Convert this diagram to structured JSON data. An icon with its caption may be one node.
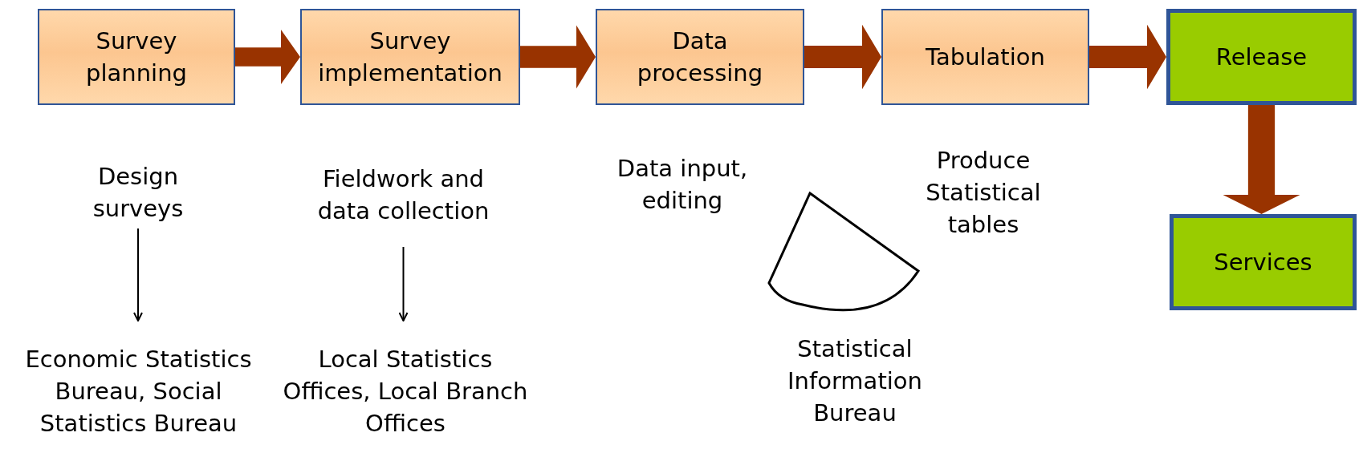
{
  "diagram": {
    "nodes": [
      {
        "text": [
          "Survey planning"
        ]
      },
      {
        "text": [
          "Survey implementation"
        ]
      },
      {
        "text": [
          "Data processing"
        ]
      },
      {
        "text": [
          "Tabulation"
        ]
      },
      {
        "text": [
          "Release"
        ]
      },
      {
        "text": [
          "Services"
        ]
      },
      {
        "text": [
          "Design surveys"
        ]
      },
      {
        "text": [
          "Economic Statistics Bureau, Social Statistics Bureau"
        ]
      },
      {
        "text": [
          "Fieldwork and data collection"
        ]
      },
      {
        "text": [
          "Local Statistics Offices, Local Branch Offices"
        ]
      },
      {
        "text": [],
        "shape": "sector"
      }
    ],
    "edges": [
      {
        "from": 0,
        "to": 1,
        "arrow": "to",
        "style": "thick"
      },
      {
        "from": 1,
        "to": 2,
        "arrow": "to",
        "style": "thick"
      },
      {
        "from": 2,
        "to": 3,
        "arrow": "to",
        "style": "thick"
      },
      {
        "from": 3,
        "to": 4,
        "arrow": "to",
        "style": "thick"
      },
      {
        "from": 4,
        "to": 5,
        "arrow": "to",
        "style": "thick"
      },
      {
        "from": 6,
        "to": 7,
        "arrow": "to",
        "color": "#000000"
      },
      {
        "from": 8,
        "to": 9,
        "arrow": "to",
        "color": "#000000"
      }
    ],
    "labels": [
      "Data input, editing",
      "Produce Statistical tables",
      "Statistical Information Bureau"
    ]
  }
}
